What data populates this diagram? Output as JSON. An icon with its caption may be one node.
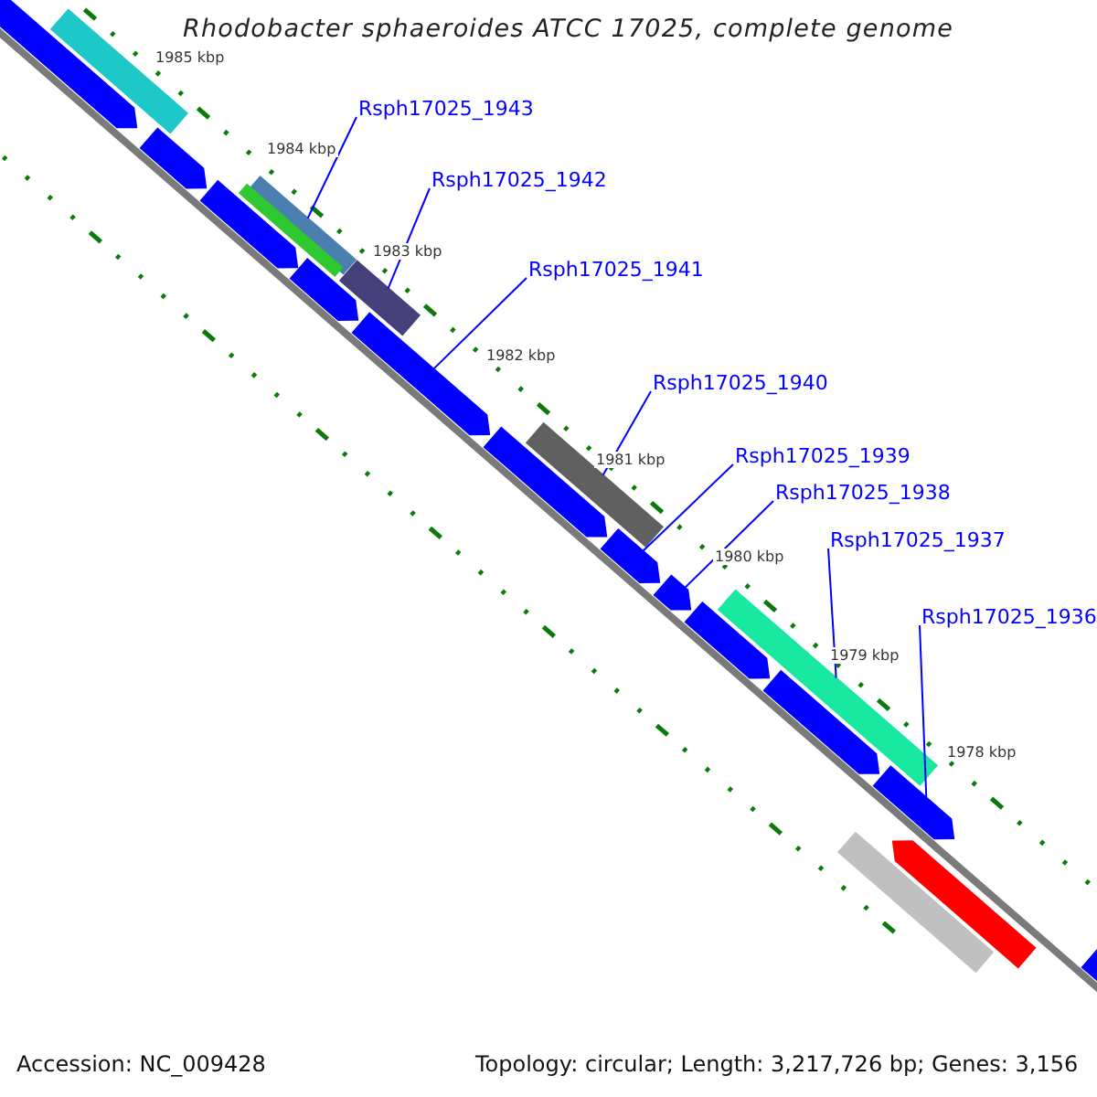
{
  "diagram": {
    "title": "Rhodobacter sphaeroides ATCC 17025, complete genome",
    "nodes": [
      {
        "text": [
          "Rsph17025_1943"
        ]
      },
      {
        "text": [
          "Rsph17025_1942"
        ]
      },
      {
        "text": [
          "Rsph17025_1941"
        ]
      },
      {
        "text": [
          "Rsph17025_1940"
        ]
      },
      {
        "text": [
          "Rsph17025_1939"
        ]
      },
      {
        "text": [
          "Rsph17025_1938"
        ]
      },
      {
        "text": [
          "Rsph17025_1937"
        ]
      },
      {
        "text": [
          "Rsph17025_1936"
        ]
      },
      {
        "text": [],
        "shape": "bar"
      },
      {
        "text": [],
        "shape": "pentagon"
      },
      {
        "text": [],
        "shape": "pentagon"
      },
      {
        "text": [],
        "shape": "pentagon"
      },
      {
        "text": [],
        "shape": "bar"
      },
      {
        "text": [],
        "shape": "bar"
      },
      {
        "text": [],
        "shape": "bar"
      },
      {
        "text": [],
        "shape": "pentagon"
      },
      {
        "text": [],
        "shape": "pentagon"
      },
      {
        "text": [],
        "shape": "bar"
      },
      {
        "text": [],
        "shape": "pentagon"
      },
      {
        "text": [],
        "shape": "pentagon"
      },
      {
        "text": [],
        "shape": "pentagon"
      },
      {
        "text": [],
        "shape": "bar"
      },
      {
        "text": [],
        "shape": "pentagon"
      },
      {
        "text": [],
        "shape": "pentagon"
      },
      {
        "text": [],
        "shape": "pentagon"
      },
      {
        "text": [],
        "shape": "bar"
      },
      {
        "text": [],
        "shape": "pentagon"
      },
      {
        "text": [],
        "shape": "pentagon"
      }
    ],
    "edges": [
      {
        "from": 0,
        "to": 12,
        "arrow": "none"
      },
      {
        "from": 1,
        "to": 14,
        "arrow": "none"
      },
      {
        "from": 2,
        "to": 16,
        "arrow": "none"
      },
      {
        "from": 3,
        "to": 17,
        "arrow": "none"
      },
      {
        "from": 4,
        "to": 19,
        "arrow": "none"
      },
      {
        "from": 5,
        "to": 20,
        "arrow": "none"
      },
      {
        "from": 6,
        "to": 21,
        "arrow": "none"
      },
      {
        "from": 7,
        "to": 24,
        "arrow": "none"
      }
    ],
    "labels": [
      "1985 kbp",
      "1984 kbp",
      "1983 kbp",
      "1982 kbp",
      "1981 kbp",
      "1980 kbp",
      "1979 kbp",
      "1978 kbp",
      "Accession: NC_009428",
      "Topology: circular; Length: 3,217,726 bp; Genes: 3,156"
    ]
  }
}
